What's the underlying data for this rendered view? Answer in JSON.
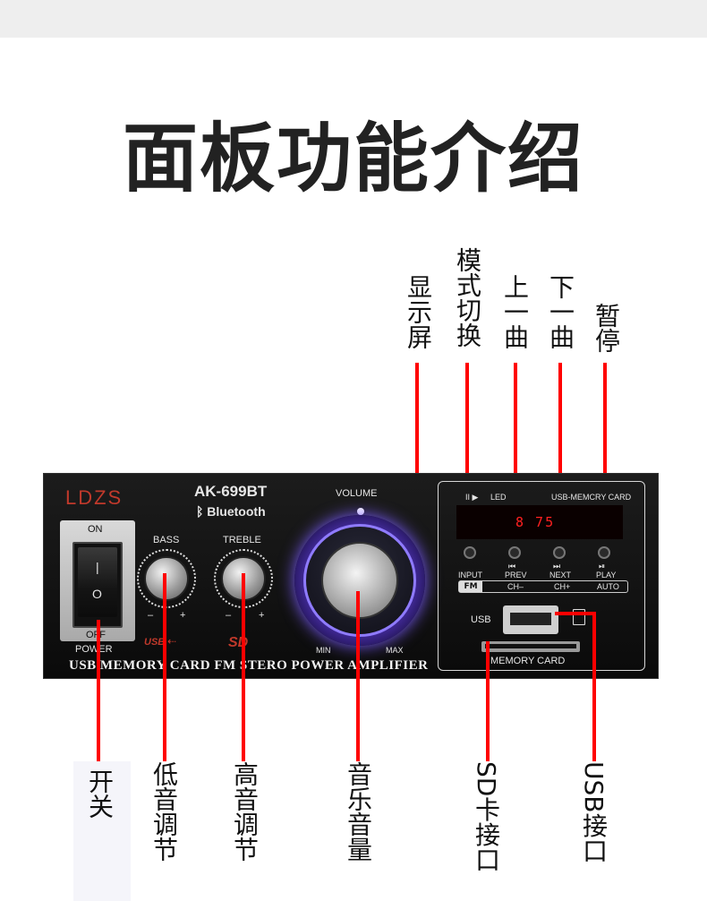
{
  "title": "面板功能介绍",
  "top_labels": [
    {
      "id": "display",
      "text": "显示屏"
    },
    {
      "id": "mode",
      "text": "模式切换"
    },
    {
      "id": "prev",
      "text": "上一曲"
    },
    {
      "id": "next",
      "text": "下一曲"
    },
    {
      "id": "pause",
      "text": "暂停"
    }
  ],
  "bottom_labels": [
    {
      "id": "power",
      "text": "开关"
    },
    {
      "id": "bass",
      "text": "低音调节"
    },
    {
      "id": "treble",
      "text": "高音调节"
    },
    {
      "id": "volume",
      "text": "音乐音量"
    },
    {
      "id": "sd",
      "text": "SD卡接口"
    },
    {
      "id": "usb",
      "text": "USB接口"
    }
  ],
  "panel": {
    "brand": "LDZS",
    "model": "AK-699BT",
    "bluetooth": "Bluetooth",
    "switch_on": "ON",
    "switch_off": "OFF",
    "power": "POWER",
    "bass": "BASS",
    "treble": "TREBLE",
    "minus": "–",
    "plus": "+",
    "volume": "VOLUME",
    "min": "MIN",
    "max": "MAX",
    "usb_logo": "USB",
    "sd_logo": "SD",
    "footer": "USB MEMORY CARD FM STERO POWER AMPLIFIER",
    "display_top_left": "II ▶",
    "display_top_led": "LED",
    "display_top_right": "USB-MEMCRY CARD",
    "display_digits": "8 75 ",
    "buttons": [
      {
        "label": "INPUT",
        "sub": "FM"
      },
      {
        "label": "PREV",
        "sub": "CH–",
        "glyph": "⏮"
      },
      {
        "label": "NEXT",
        "sub": "CH+",
        "glyph": "⏭"
      },
      {
        "label": "PLAY",
        "sub": "AUTO",
        "glyph": "⏯"
      }
    ],
    "usb_label": "USB",
    "memory_card": "MEMORY CARD"
  },
  "colors": {
    "pointer_line": "#ff0000",
    "brand": "#c0392b",
    "display_led": "#ff2020",
    "volume_glow": "#7b5cff"
  }
}
